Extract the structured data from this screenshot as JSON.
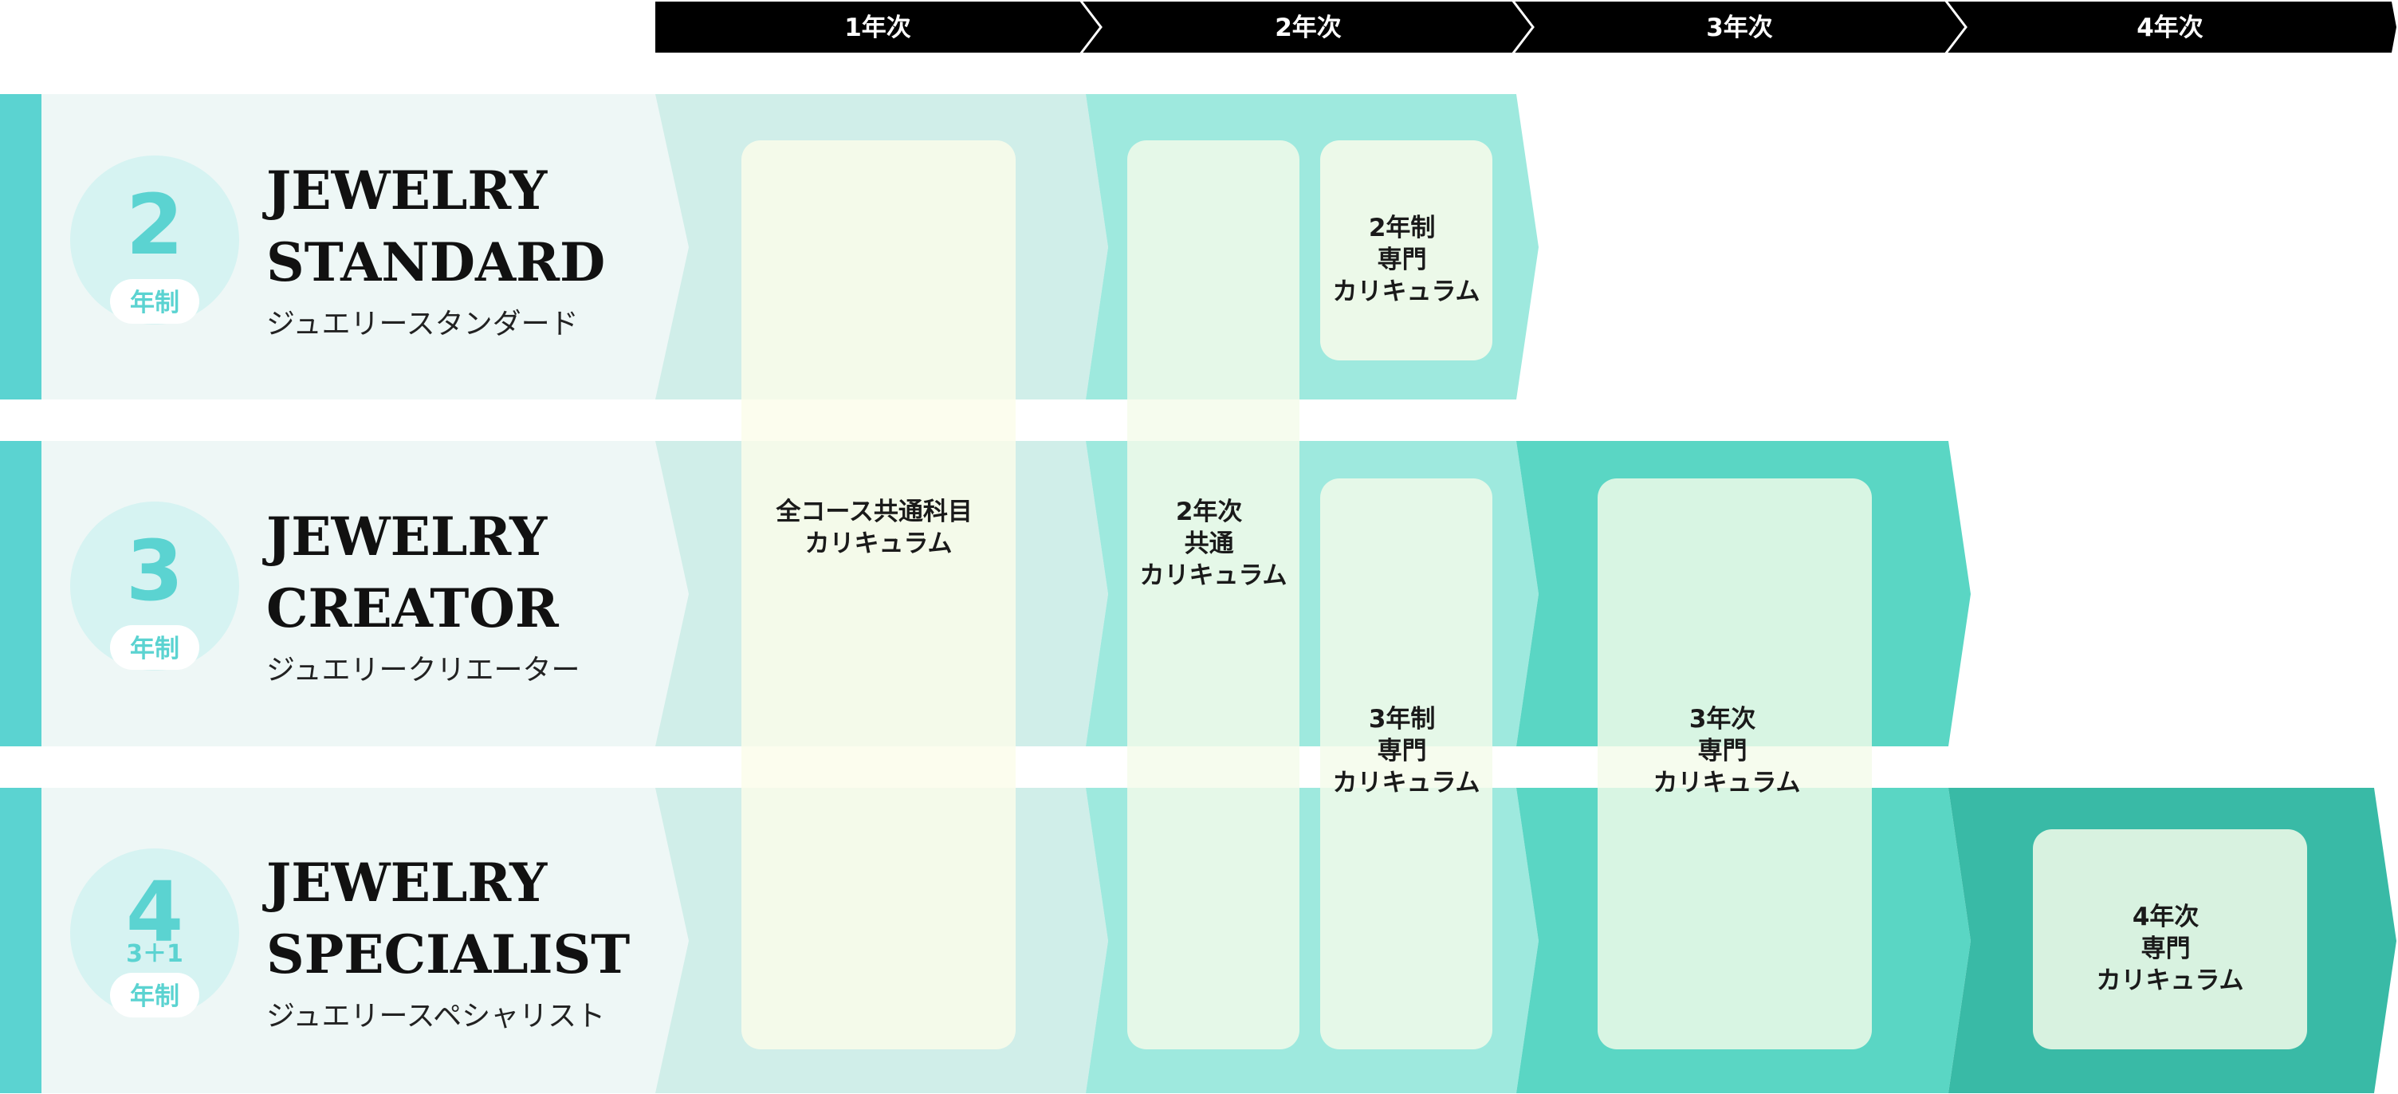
{
  "years": [
    "1年次",
    "2年次",
    "3年次",
    "4年次"
  ],
  "courses": [
    {
      "years_number": "2",
      "years_sub": "",
      "unit": "年制",
      "name_en_line1": "JEWELRY",
      "name_en_line2": "STANDARD",
      "name_ja": "ジュエリースタンダード"
    },
    {
      "years_number": "3",
      "years_sub": "",
      "unit": "年制",
      "name_en_line1": "JEWELRY",
      "name_en_line2": "CREATOR",
      "name_ja": "ジュエリークリエーター"
    },
    {
      "years_number": "4",
      "years_sub": "3＋1",
      "unit": "年制",
      "name_en_line1": "JEWELRY",
      "name_en_line2": "SPECIALIST",
      "name_ja": "ジュエリースペシャリスト"
    }
  ],
  "curricula": {
    "common": [
      "全コース共通科目",
      "カリキュラム"
    ],
    "year2_common": [
      "2年次",
      "共通",
      "カリキュラム"
    ],
    "two_year": [
      "2年制",
      "専門",
      "カリキュラム"
    ],
    "three_year": [
      "3年制",
      "専門",
      "カリキュラム"
    ],
    "year3": [
      "3年次",
      "専門",
      "カリキュラム"
    ],
    "year4": [
      "4年次",
      "専門",
      "カリキュラム"
    ]
  },
  "colors": {
    "header": "#000000",
    "accent": "#5bd3d1",
    "row_bg": "#eef7f6",
    "year1": "#d0eee9",
    "year2": "#9ee9de",
    "year3": "#5ad6c4",
    "year4": "#39baa6",
    "box": "#f4fbea"
  }
}
